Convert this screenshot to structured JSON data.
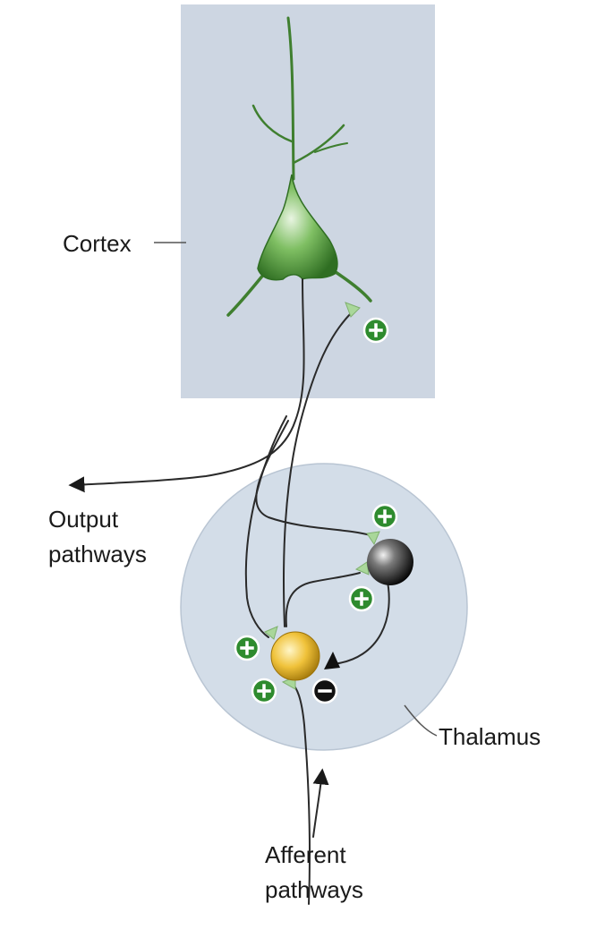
{
  "labels": {
    "cortex": "Cortex",
    "output_line1": "Output",
    "output_line2": "pathways",
    "thalamus": "Thalamus",
    "afferent_line1": "Afferent",
    "afferent_line2": "pathways"
  },
  "colors": {
    "cortex_region": "#cdd6e2",
    "thalamus_region": "#d3dde8",
    "pyramidal_neuron": "#4f9a3c",
    "relay_neuron": "#e7b21c",
    "interneuron": "#1a1a1a",
    "excitatory_sign": "#2e8b2e",
    "inhibitory_sign": "#111111"
  },
  "signs": {
    "excitatory": "+",
    "inhibitory": "−"
  }
}
